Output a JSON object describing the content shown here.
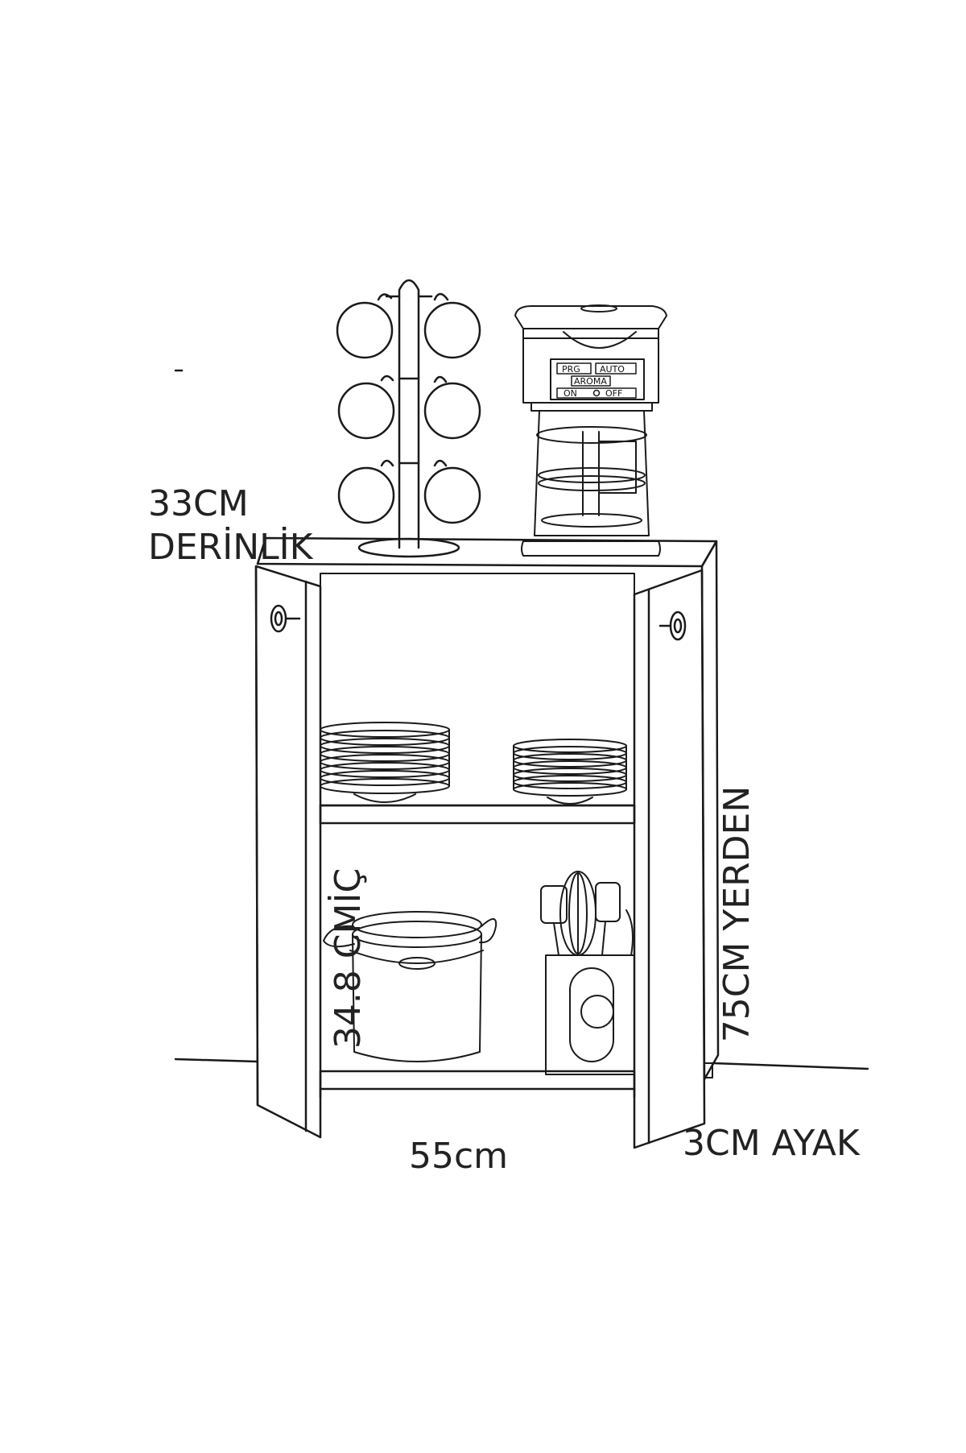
{
  "dimensions": {
    "depth_value": "33CM",
    "depth_label": "DERİNLİK",
    "height_label": "75CM YERDEN",
    "inner_label": "34.8 CMİÇ",
    "width_label": "55cm",
    "leg_label": "3CM AYAK"
  },
  "coffee_machine": {
    "prg": "PRG",
    "auto": "AUTO",
    "aroma": "AROMA",
    "on": "ON",
    "off": "OFF"
  },
  "colors": {
    "line": "#1a1a1a",
    "text": "#222222"
  }
}
